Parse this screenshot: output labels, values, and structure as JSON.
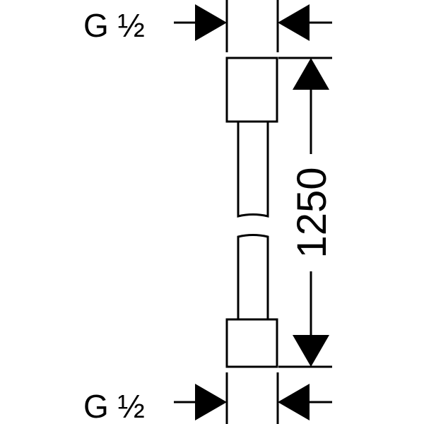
{
  "callouts": {
    "top_thread": "G ½",
    "bottom_thread": "G ½",
    "length": "1250"
  },
  "colors": {
    "line": "#000000",
    "background": "#ffffff"
  }
}
